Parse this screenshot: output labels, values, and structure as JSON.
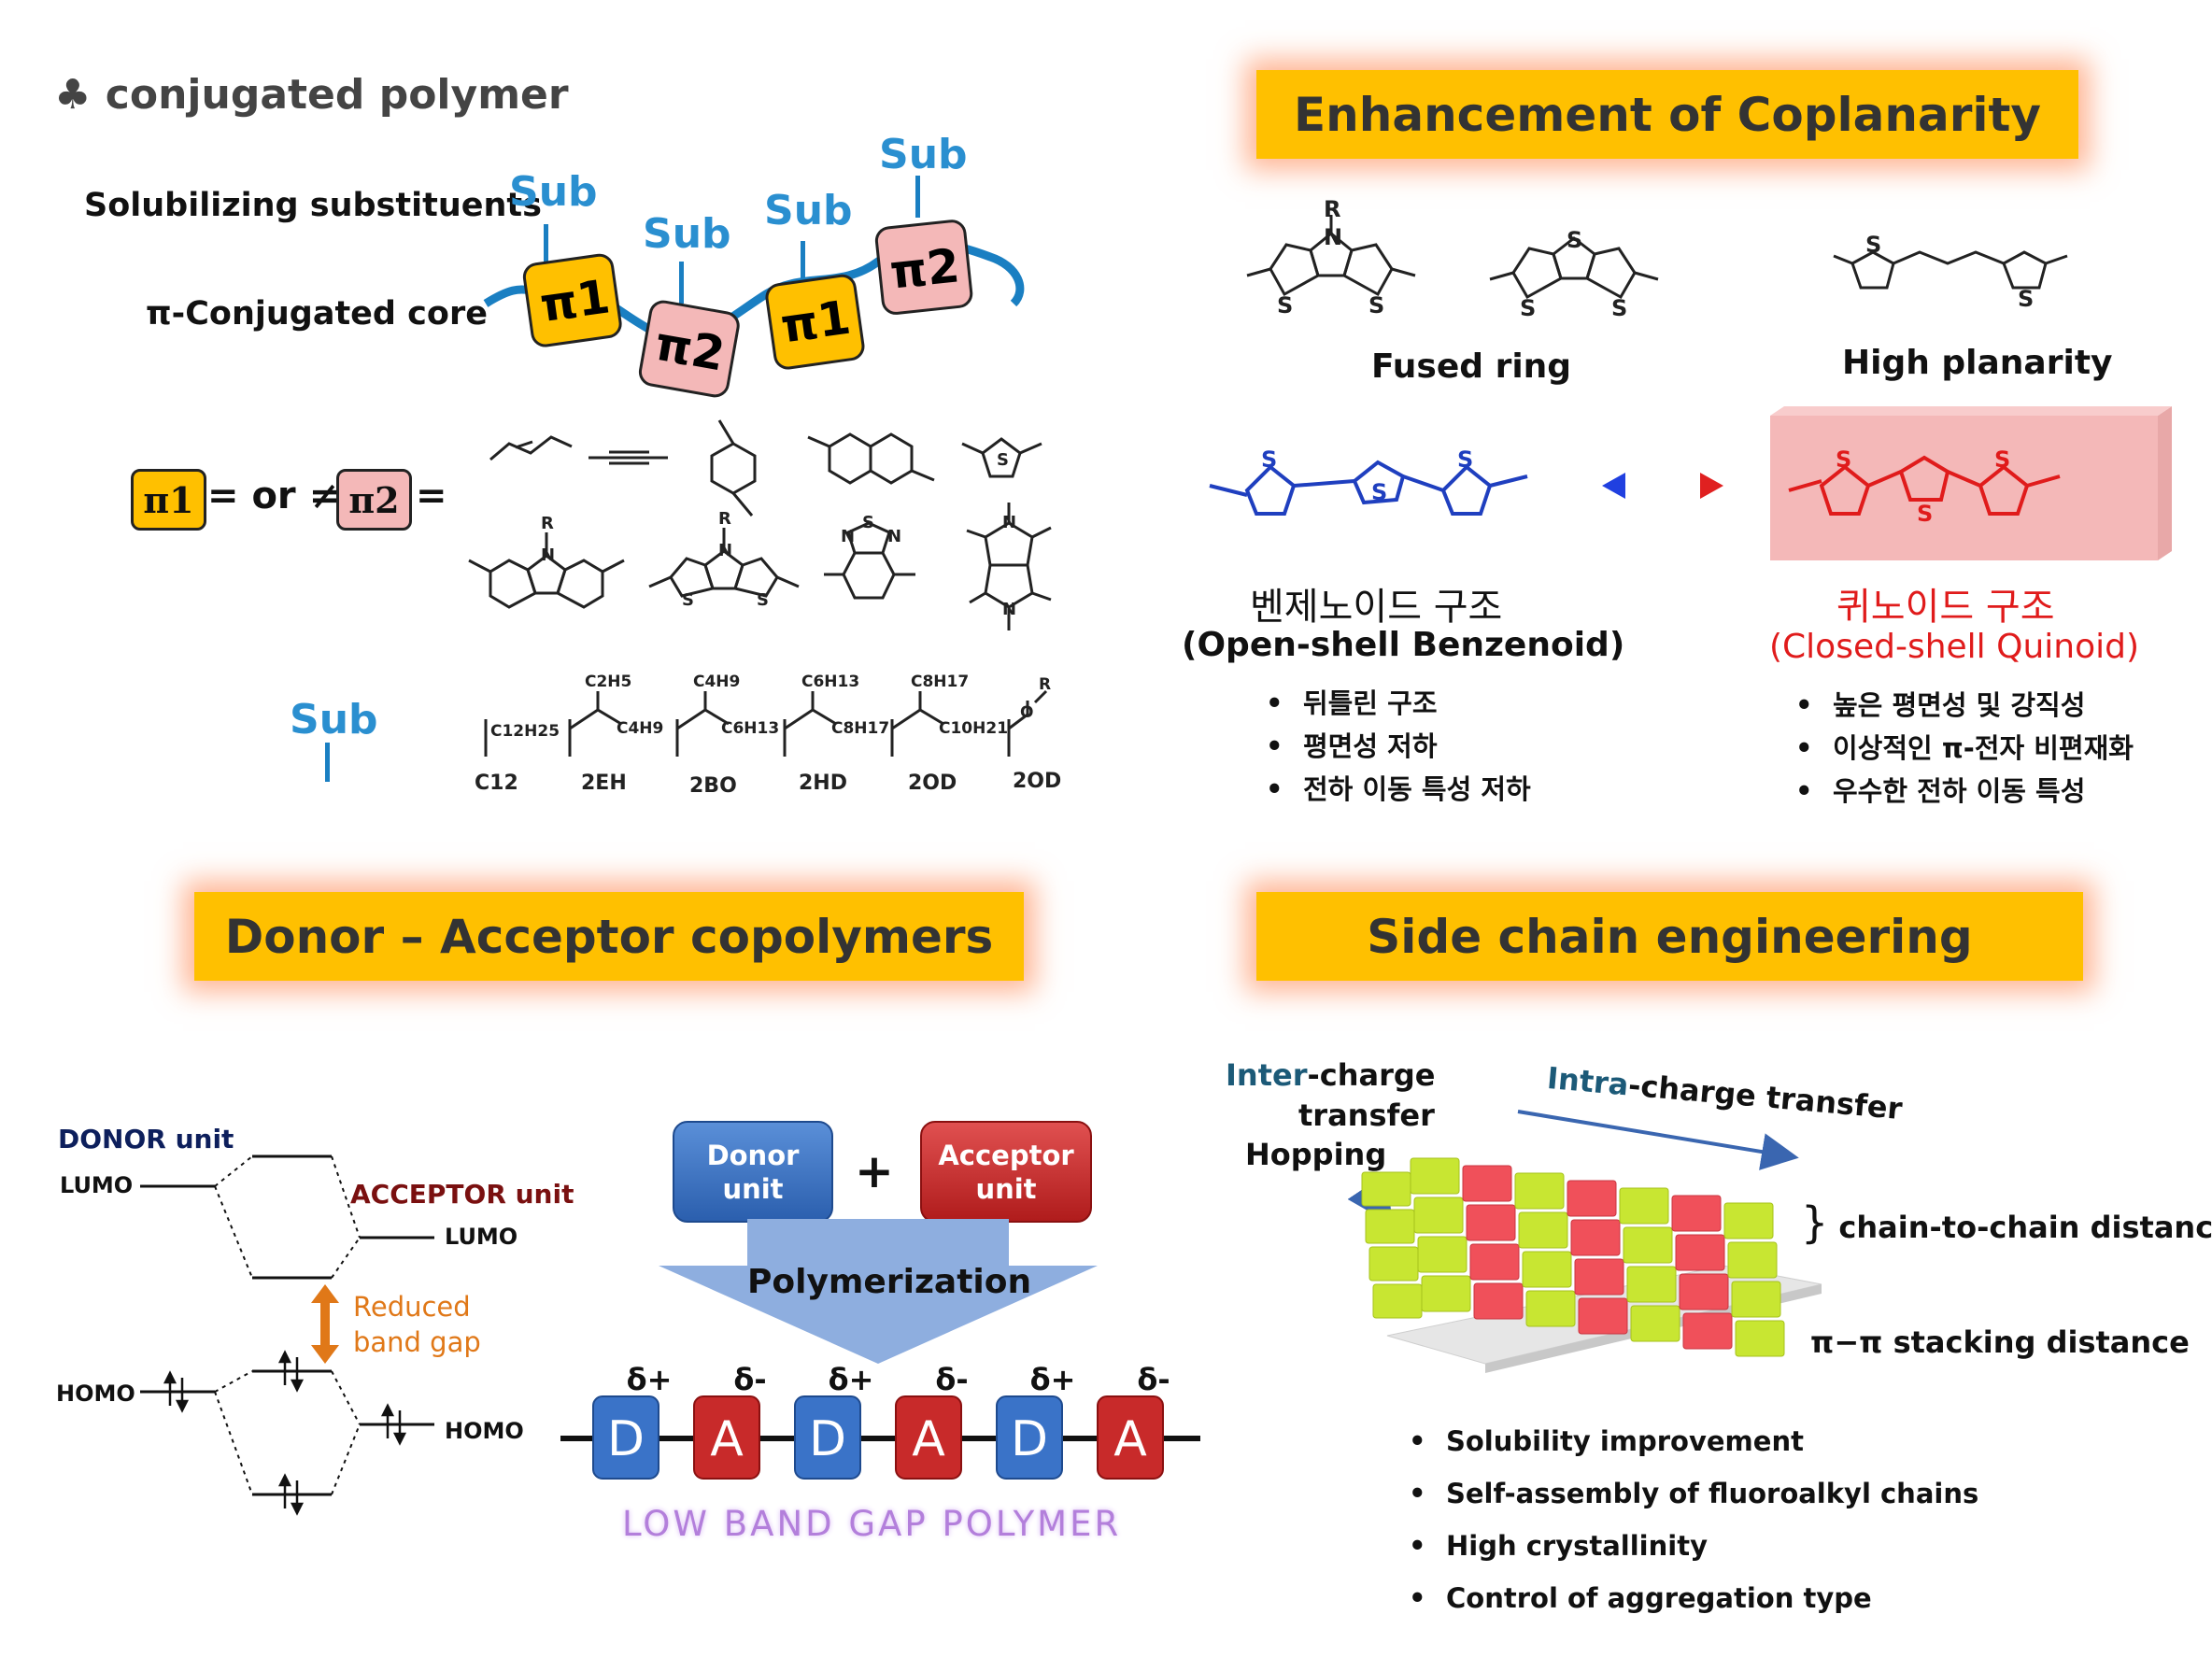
{
  "top_left": {
    "title_icon": "club-icon",
    "title": "conjugated polymer",
    "solubilizing_label": "Solubilizing substituents",
    "core_label": "π-Conjugated core",
    "sub": "Sub",
    "pi1": "π1",
    "pi2": "π2",
    "equation_mid": "= or ≠",
    "equation_end": "=",
    "ring_labels": {
      "R": "R",
      "N": "N",
      "S": "S"
    },
    "side_chains": [
      "C12",
      "2EH",
      "2BO",
      "2HD",
      "2OD",
      "2OD"
    ],
    "side_chain_formulas": [
      "C12H25",
      "C2H5",
      "C4H9",
      "C4H9",
      "C6H13",
      "C6H13",
      "C8H17",
      "C8H17",
      "C10H21",
      "O",
      "R"
    ]
  },
  "top_right": {
    "banner": "Enhancement of Coplanarity",
    "fused_ring": "Fused ring",
    "high_planarity": "High planarity",
    "benzenoid_title": "벤제노이드 구조",
    "benzenoid_sub": "(Open-shell Benzenoid)",
    "benzenoid_points": [
      "뒤틀린 구조",
      "평면성 저하",
      "전하 이동 특성 저하"
    ],
    "quinoid_title": "퀴노이드 구조",
    "quinoid_sub": "(Closed-shell Quinoid)",
    "quinoid_points": [
      "높은 평면성 및 강직성",
      "이상적인 π-전자 비편재화",
      "우수한 전하 이동 특성"
    ],
    "colors": {
      "benzenoid": "#1f3fbf",
      "quinoid": "#e01b1b"
    }
  },
  "bottom_left": {
    "banner": "Donor – Acceptor copolymers",
    "donor_unit": "DONOR unit",
    "acceptor_unit": "ACCEPTOR unit",
    "lumo": "LUMO",
    "homo": "HOMO",
    "reduced_band_gap": [
      "Reduced",
      "band gap"
    ],
    "donor_box": [
      "Donor",
      "unit"
    ],
    "acceptor_box": [
      "Acceptor",
      "unit"
    ],
    "plus": "+",
    "polymerization": "Polymerization",
    "chain": [
      "D",
      "A",
      "D",
      "A",
      "D",
      "A"
    ],
    "deltas": [
      "δ+",
      "δ-",
      "δ+",
      "δ-",
      "δ+",
      "δ-"
    ],
    "low_band_gap": "LOW BAND GAP POLYMER"
  },
  "bottom_right": {
    "banner": "Side chain engineering",
    "inter_prefix": "Inter",
    "inter_rest": "-charge",
    "transfer": "transfer",
    "hopping": "Hopping",
    "intra_prefix": "Intra",
    "intra_rest": "-charge transfer",
    "chain_distance": "chain-to-chain distance",
    "stacking_distance": "π−π stacking distance",
    "points": [
      "Solubility improvement",
      "Self-assembly of fluoroalkyl chains",
      "High crystallinity",
      "Control of aggregation type"
    ]
  }
}
